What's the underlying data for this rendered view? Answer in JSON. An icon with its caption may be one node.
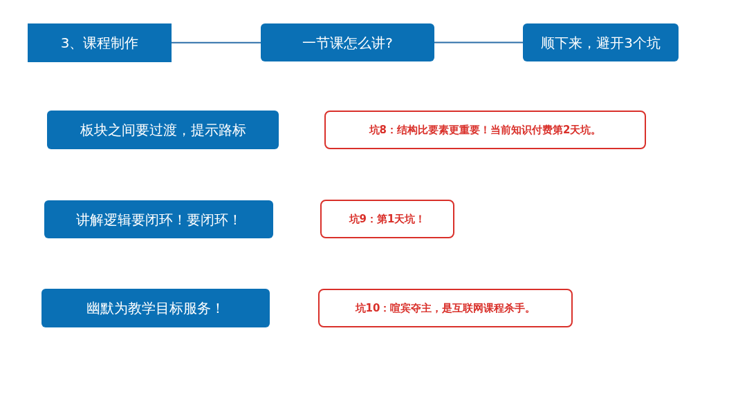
{
  "diagram": {
    "nodes": [
      {
        "text": [
          "3、课程制作"
        ]
      },
      {
        "text": [
          "一节课怎么讲?"
        ]
      },
      {
        "text": [
          "顺下来，避开3个坑"
        ]
      },
      {
        "text": [
          "板块之间要过渡，提示路标"
        ]
      },
      {
        "text": [
          "坑8：结构比要素更重要！当前知识付费第2天坑。"
        ]
      },
      {
        "text": [
          "讲解逻辑要闭环！要闭环！"
        ]
      },
      {
        "text": [
          "坑9：第1天坑！"
        ]
      },
      {
        "text": [
          "幽默为教学目标服务！"
        ]
      },
      {
        "text": [
          "坑10：喧宾夺主，是互联网课程杀手。"
        ]
      }
    ],
    "edges": [
      {
        "from": 0,
        "to": 1,
        "arrow": "none"
      },
      {
        "from": 1,
        "to": 2,
        "arrow": "none"
      }
    ]
  }
}
